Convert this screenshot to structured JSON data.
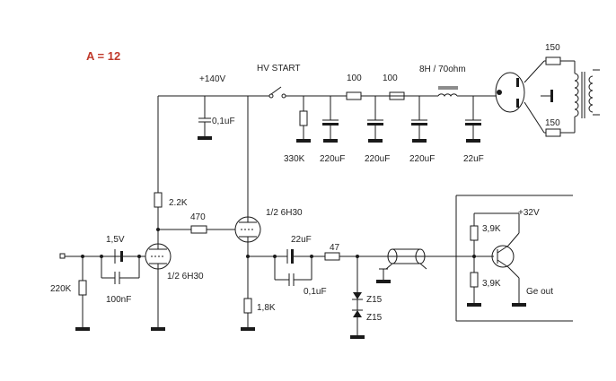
{
  "title": "A = 12",
  "title_color": "#c0392b",
  "labels": {
    "b_plus": "+140V",
    "hv_start": "HV START",
    "c_01_top": "0,1uF",
    "r_100a": "100",
    "r_100b": "100",
    "choke": "8H / 70ohm",
    "r_150_top": "150",
    "r_150_bot": "150",
    "r_330k": "330K",
    "c_220a": "220uF",
    "c_220b": "220uF",
    "c_220c": "220uF",
    "c_22_top": "22uF",
    "r_22k": "2.2K",
    "r_470": "470",
    "tube_half_top": "1/2 6H30",
    "v_1_5": "1,5V",
    "r_220k": "220K",
    "c_100nf": "100nF",
    "tube_half_bot": "1/2 6H30",
    "c_22_mid": "22uF",
    "r_47": "47",
    "c_01_mid": "0,1uF",
    "r_18k": "1,8K",
    "z15a": "Z15",
    "z15b": "Z15",
    "v_32": "+32V",
    "r_39k_a": "3,9K",
    "r_39k_b": "3,9K",
    "ge_out": "Ge out"
  }
}
